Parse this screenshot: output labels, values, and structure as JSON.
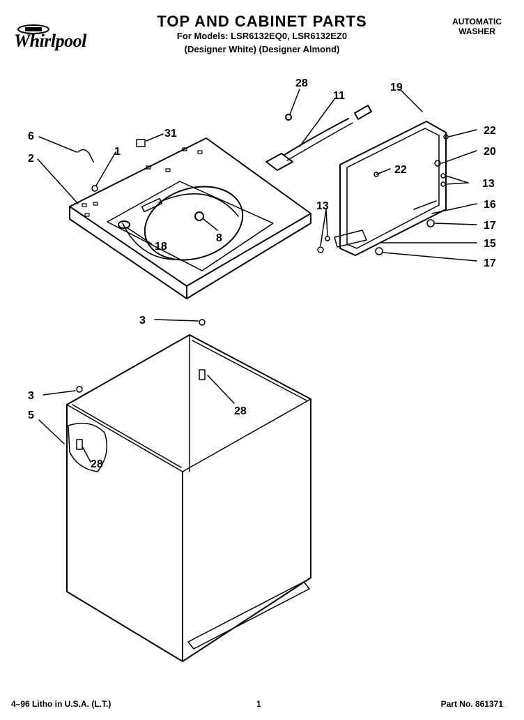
{
  "header": {
    "brand": "Whirlpool",
    "title": "TOP AND CABINET PARTS",
    "models_line": "For Models: LSR6132EQ0, LSR6132EZ0",
    "variants_line": "(Designer White) (Designer Almond)",
    "kind_line1": "AUTOMATIC",
    "kind_line2": "WASHER"
  },
  "parts": {
    "p1": "1",
    "p2": "2",
    "p3a": "3",
    "p3b": "3",
    "p5": "5",
    "p6": "6",
    "p8": "8",
    "p11": "11",
    "p13a": "13",
    "p13b": "13",
    "p15": "15",
    "p16": "16",
    "p17a": "17",
    "p17b": "17",
    "p18": "18",
    "p19": "19",
    "p20": "20",
    "p22a": "22",
    "p22b": "22",
    "p28a": "28",
    "p28b": "28",
    "p28c": "28",
    "p31": "31"
  },
  "footer": {
    "litho": "4–96 Litho in U.S.A. (L.T.)",
    "page": "1",
    "part_no": "Part No. 861371"
  }
}
